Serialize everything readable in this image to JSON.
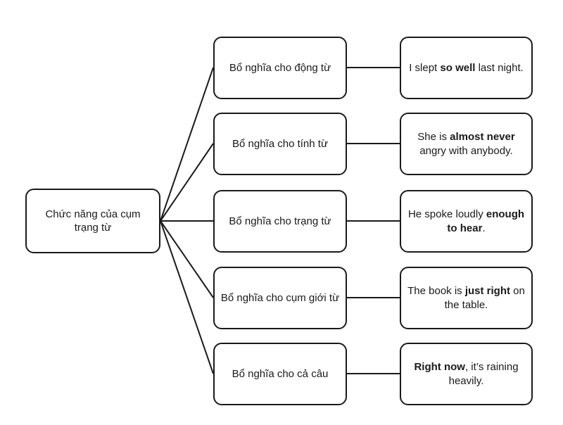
{
  "diagram": {
    "title": "Chức năng của cụm trạng từ",
    "root": {
      "label": "Chức năng của cụm trạng từ"
    },
    "rows": [
      {
        "function": "Bổ nghĩa cho động từ",
        "example": [
          {
            "text": "I slept ",
            "bold": false
          },
          {
            "text": "so well",
            "bold": true
          },
          {
            "text": " last night.",
            "bold": false
          }
        ]
      },
      {
        "function": "Bổ nghĩa cho tính từ",
        "example": [
          {
            "text": "She is ",
            "bold": false
          },
          {
            "text": "almost never",
            "bold": true
          },
          {
            "text": " angry with anybody.",
            "bold": false
          }
        ]
      },
      {
        "function": "Bổ nghĩa cho trạng từ",
        "example": [
          {
            "text": "He spoke loudly ",
            "bold": false
          },
          {
            "text": "enough to hear",
            "bold": true
          },
          {
            "text": ".",
            "bold": false
          }
        ]
      },
      {
        "function": "Bổ nghĩa cho cụm giới từ",
        "example": [
          {
            "text": "The book is ",
            "bold": false
          },
          {
            "text": "just right",
            "bold": true
          },
          {
            "text": " on the table.",
            "bold": false
          }
        ]
      },
      {
        "function": "Bổ nghĩa cho cả câu",
        "example": [
          {
            "text": "Right now",
            "bold": true
          },
          {
            "text": ", it’s raining heavily.",
            "bold": false
          }
        ]
      }
    ],
    "colors": {
      "line": "#1a1a1a",
      "text": "#1a1a1a",
      "background": "#ffffff"
    }
  }
}
